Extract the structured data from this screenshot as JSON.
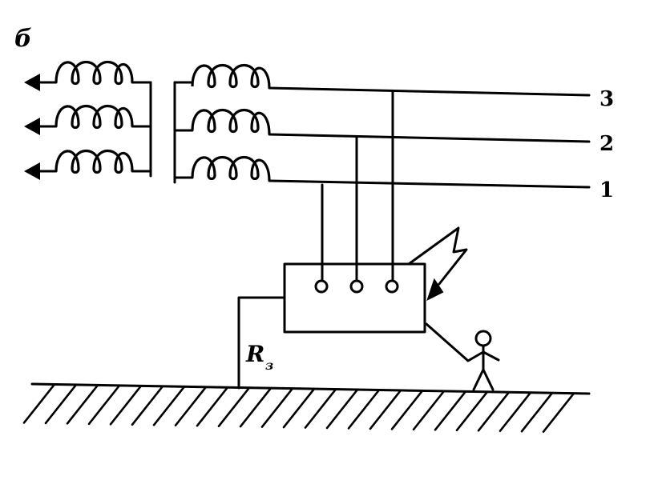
{
  "panel_label": "б",
  "lines": [
    {
      "id": "line-3",
      "label": "3"
    },
    {
      "id": "line-2",
      "label": "2"
    },
    {
      "id": "line-1",
      "label": "1"
    }
  ],
  "resistor": {
    "symbol": "R",
    "subscript": "з"
  },
  "colors": {
    "ink": "#000000",
    "background": "#ffffff"
  },
  "icons": [
    "arrow-left-icon",
    "transformer-coil-icon",
    "lightning-bolt-icon",
    "person-figure-icon",
    "ground-hatch-icon"
  ]
}
